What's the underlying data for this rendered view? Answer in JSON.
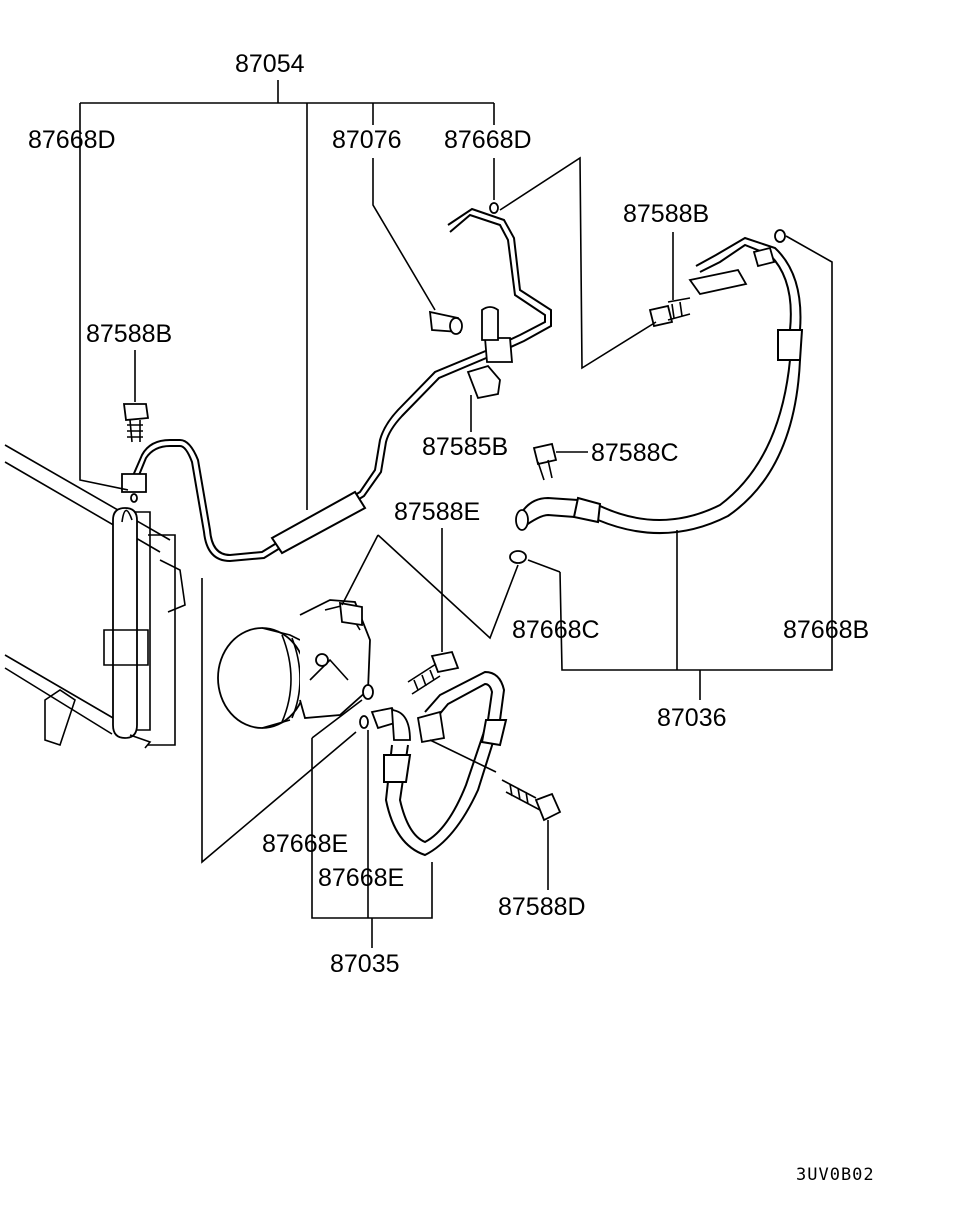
{
  "labels": {
    "p87054": "87054",
    "p87668D_left": "87668D",
    "p87076": "87076",
    "p87668D_right": "87668D",
    "p87588B_top": "87588B",
    "p87588B_left": "87588B",
    "p87585B": "87585B",
    "p87588C": "87588C",
    "p87588E": "87588E",
    "p87668C": "87668C",
    "p87668B": "87668B",
    "p87036": "87036",
    "p87668E_a": "87668E",
    "p87668E_b": "87668E",
    "p87588D": "87588D",
    "p87035": "87035"
  },
  "diagram_code": "3UV0B02"
}
